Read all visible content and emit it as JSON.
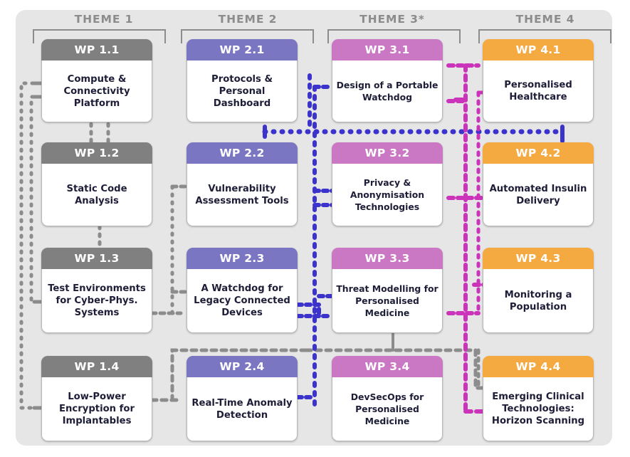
{
  "diagram": {
    "title_themes": [
      {
        "id": "theme-1",
        "label": "THEME 1",
        "color": "#808080"
      },
      {
        "id": "theme-2",
        "label": "THEME 2",
        "color": "#7b76c2"
      },
      {
        "id": "theme-3",
        "label": "THEME 3*",
        "color": "#ca77c4"
      },
      {
        "id": "theme-4",
        "label": "THEME 4",
        "color": "#f5a941"
      }
    ],
    "colors": {
      "panel_background": "#e6e6e6",
      "theme1_header": "#808080",
      "theme2_header": "#7b76c2",
      "theme3_header": "#ca77c4",
      "theme4_header": "#f5a941",
      "theme_label_text": "#8c8c8c",
      "body_text": "#1d1d38",
      "wire_gray": "#8c8c8c",
      "wire_blue": "#3b33cc",
      "wire_magenta": "#cc33bb"
    },
    "columns": [
      {
        "theme": "THEME 1",
        "packages": [
          {
            "code": "WP 1.1",
            "title": "Compute & Connectivity Platform"
          },
          {
            "code": "WP 1.2",
            "title": "Static Code Analysis"
          },
          {
            "code": "WP 1.3",
            "title": "Test Environments for Cyber-Phys. Systems"
          },
          {
            "code": "WP 1.4",
            "title": "Low-Power Encryption for Implantables"
          }
        ]
      },
      {
        "theme": "THEME 2",
        "packages": [
          {
            "code": "WP 2.1",
            "title": "Protocols & Personal Dashboard"
          },
          {
            "code": "WP 2.2",
            "title": "Vulnerability Assessment Tools"
          },
          {
            "code": "WP 2.3",
            "title": "A Watchdog for Legacy Connected Devices"
          },
          {
            "code": "WP 2.4",
            "title": "Real-Time Anomaly Detection"
          }
        ]
      },
      {
        "theme": "THEME 3*",
        "packages": [
          {
            "code": "WP 3.1",
            "title": "Design of a Portable Watchdog"
          },
          {
            "code": "WP 3.2",
            "title": "Privacy & Anonymisation Technologies"
          },
          {
            "code": "WP 3.3",
            "title": "Threat Modelling for Personalised Medicine"
          },
          {
            "code": "WP 3.4",
            "title": "DevSecOps for Personalised Medicine"
          }
        ]
      },
      {
        "theme": "THEME 4",
        "packages": [
          {
            "code": "WP 4.1",
            "title": "Personalised Healthcare"
          },
          {
            "code": "WP 4.2",
            "title": "Automated Insulin Delivery"
          },
          {
            "code": "WP 4.3",
            "title": "Monitoring a Population"
          },
          {
            "code": "WP 4.4",
            "title": "Emerging Clinical Technologies: Horizon Scanning"
          }
        ]
      }
    ]
  }
}
